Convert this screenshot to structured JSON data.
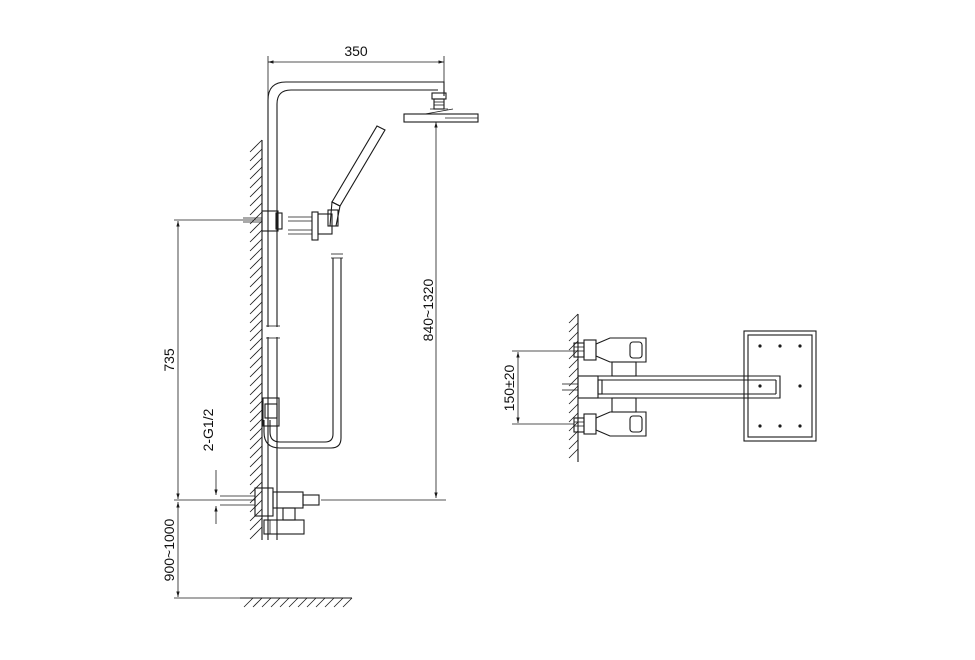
{
  "dimensions": {
    "arm_length": "350",
    "height_range": "840~1320",
    "bracket_spacing": "735",
    "inlet_thread": "2-G1/2",
    "floor_height": "900~1000",
    "inlet_spacing": "150±20"
  },
  "colors": {
    "line": "#1a1a1a",
    "background": "#ffffff"
  }
}
